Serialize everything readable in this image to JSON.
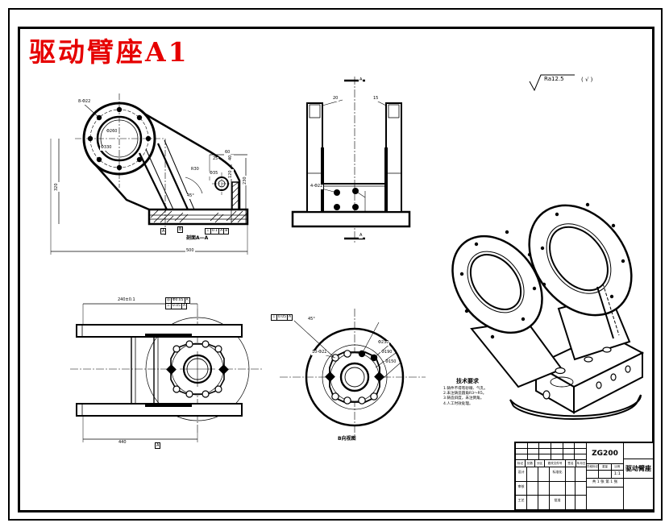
{
  "sheet": {
    "title_red": "驱动臂座A1",
    "colors": {
      "title_red": "#e60000",
      "line": "#000000",
      "paper": "#ffffff"
    }
  },
  "surface_note": {
    "ra": "Ra12.5",
    "paren": "( √ )"
  },
  "dims": {
    "front": {
      "bolt_holes": "8-Φ22",
      "bore": "Φ260",
      "flange": "Φ330",
      "radius": "R30",
      "boss": "Φ35",
      "angle": "45°",
      "height": "320",
      "width": "500",
      "h1": "230",
      "h2": "120",
      "h3": "40",
      "w1": "60",
      "w2": "25",
      "section_label": "剖面A—A",
      "datum_a": "A",
      "datum_b": "B",
      "fcf": [
        "⊥",
        "0.1",
        "A",
        "B"
      ]
    },
    "side": {
      "holes": "4-Φ22",
      "cap1": "20",
      "cap2": "15",
      "section_letter": "A"
    },
    "top": {
      "d_top": "240±0.1",
      "d_bottom": "440",
      "datum": "A",
      "fcf_r1": [
        "◎",
        "Φ0.05",
        "A"
      ],
      "fcf_r2": [
        "⊥",
        "0.05",
        "A"
      ]
    },
    "circular": {
      "angle": "45°",
      "d1": "Φ230",
      "d2": "Φ190",
      "d3": "Φ150",
      "holes": "10-Φ22",
      "view_label": "B向视图",
      "fcf": [
        "⊥",
        "0.05",
        "A"
      ]
    }
  },
  "tech_notes": {
    "title": "技术要求",
    "items": [
      "1.铸件不得有砂眼、气孔。",
      "2.未注铸造圆角R3～R5。",
      "3.铸造斜度，未注倒角。",
      "4.人工时效处理。"
    ]
  },
  "title_block": {
    "material": "ZG200",
    "part_name": "驱动臂座",
    "header": [
      "标记",
      "处数",
      "分区",
      "更改文件号",
      "签名",
      "年月日"
    ],
    "sig_col": [
      "设计",
      "审核",
      "工艺"
    ],
    "sig_col2": [
      "标准化",
      "",
      "批准"
    ],
    "stage_header": [
      "阶段标记",
      "重量",
      "比例"
    ],
    "scale": "1:1",
    "sheet_row": "共 1 张 第 1 张"
  }
}
